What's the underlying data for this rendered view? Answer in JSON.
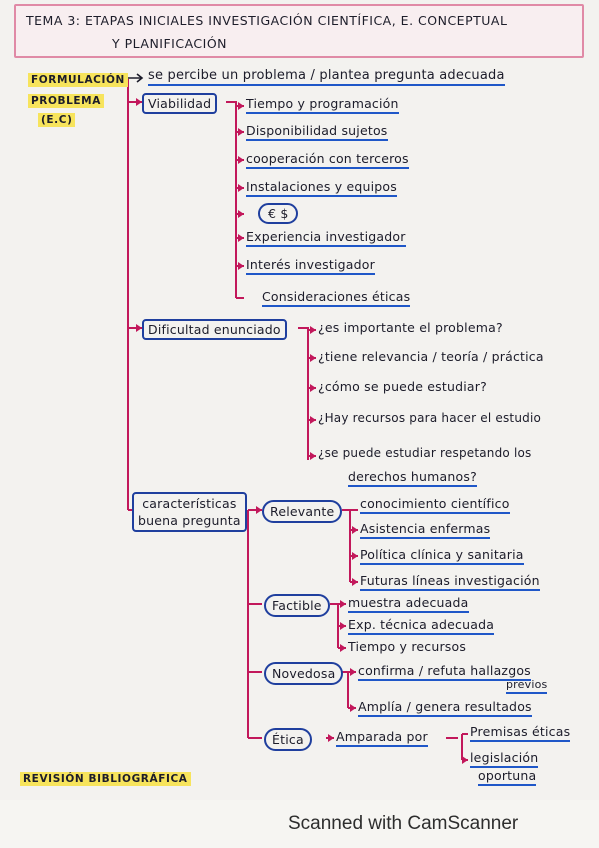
{
  "title": {
    "line1": "TEMA 3: ETAPAS INICIALES INVESTIGACIÓN CIENTÍFICA, E. CONCEPTUAL",
    "line2": "Y PLANIFICACIÓN"
  },
  "formulacion": {
    "label1": "FORMULACIÓN",
    "label2": "PROBLEMA",
    "label3": "(E.C)",
    "statement": "se percibe un problema / plantea pregunta adecuada"
  },
  "viabilidad": {
    "label": "Viabilidad",
    "items": [
      "Tiempo y programación",
      "Disponibilidad sujetos",
      "cooperación con terceros",
      "Instalaciones y equipos",
      "€ $",
      "Experiencia investigador",
      "Interés investigador",
      "Consideraciones éticas"
    ]
  },
  "dificultad": {
    "label": "Dificultad enunciado",
    "items": [
      "¿es importante el problema?",
      "¿tiene relevancia / teoría / práctica",
      "¿cómo se puede estudiar?",
      "¿Hay recursos para hacer el estudio",
      "¿se puede estudiar respetando los",
      "derechos humanos?"
    ]
  },
  "caracteristicas": {
    "label1": "características",
    "label2": "buena pregunta",
    "relevante": {
      "label": "Relevante",
      "items": [
        "conocimiento científico",
        "Asistencia enfermas",
        "Política clínica y sanitaria",
        "Futuras líneas investigación"
      ]
    },
    "factible": {
      "label": "Factible",
      "items": [
        "muestra adecuada",
        "Exp. técnica adecuada",
        "Tiempo y recursos"
      ]
    },
    "novedosa": {
      "label": "Novedosa",
      "items": [
        "confirma / refuta hallazgos",
        "previos",
        "Amplía / genera resultados"
      ]
    },
    "etica": {
      "label": "Ética",
      "amparada": "Amparada por",
      "items": [
        "Premisas éticas",
        "legislación",
        "oportuna"
      ]
    }
  },
  "revision": "REVISIÓN BIBLIOGRÁFICA",
  "footer": "Scanned with CamScanner"
}
